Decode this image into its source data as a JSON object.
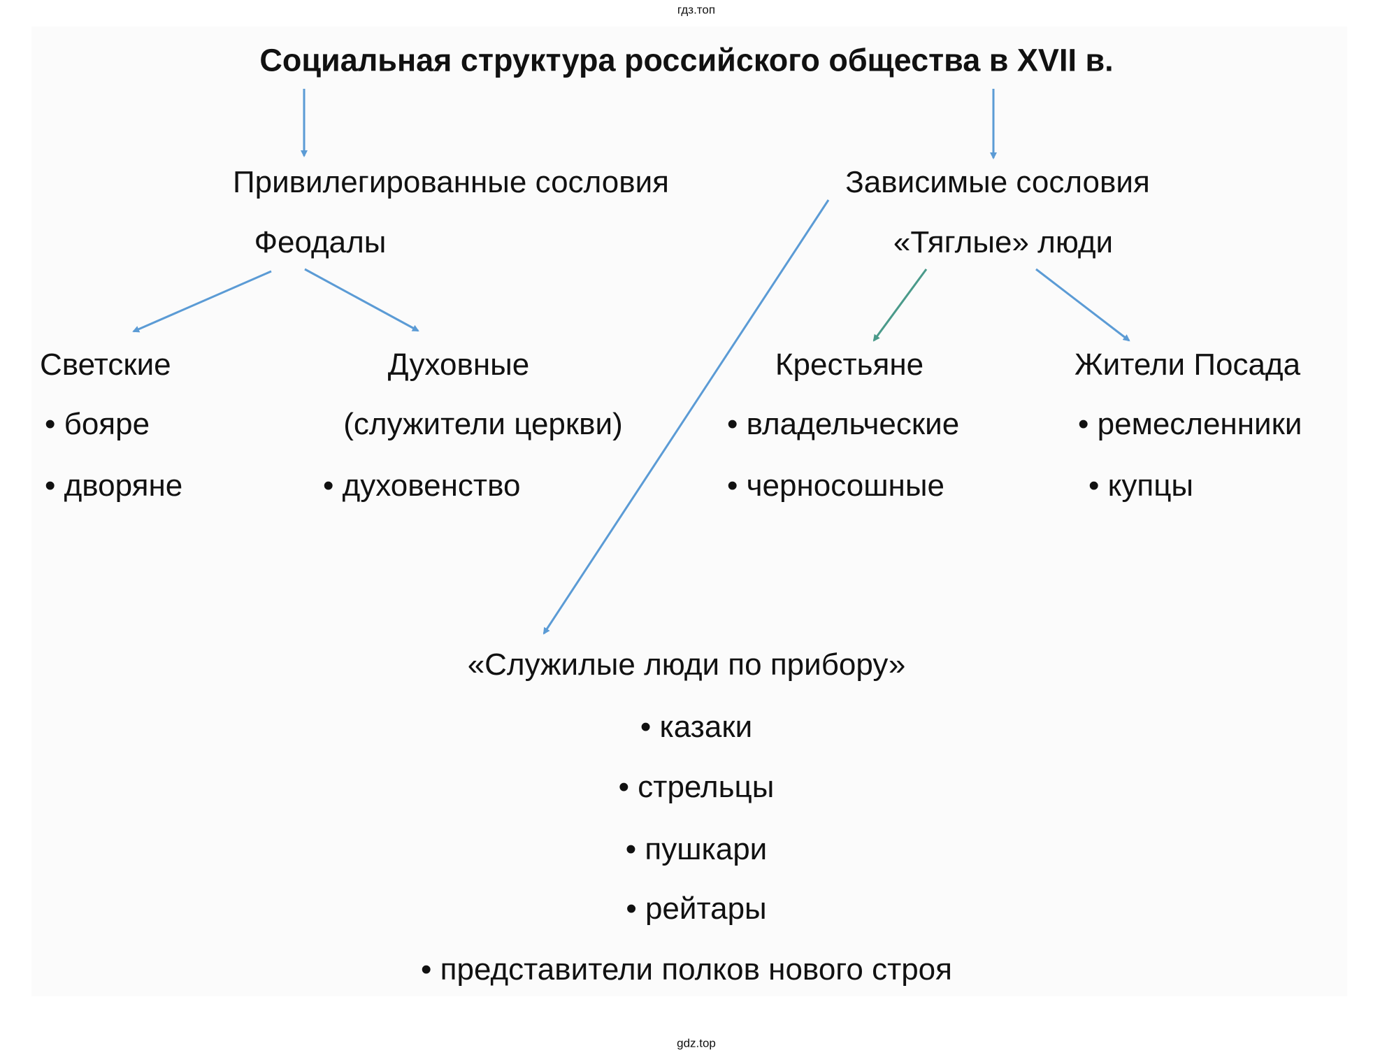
{
  "watermark_top": "гдз.топ",
  "watermark_bottom": "gdz.top",
  "title": "Социальная структура российского общества в XVII в.",
  "privileged": {
    "heading": "Привилегированные сословия",
    "group": "Феодалы",
    "secular": {
      "heading": "Светские",
      "items": [
        "• бояре",
        "• дворяне"
      ]
    },
    "clergy": {
      "heading": "Духовные",
      "subheading": "(служители церкви)",
      "items": [
        "• духовенство"
      ]
    }
  },
  "dependent": {
    "heading": "Зависимые сословия",
    "group": "«Тяглые» люди",
    "peasants": {
      "heading": "Крестьяне",
      "items": [
        "• владельческие",
        "• черносошные"
      ]
    },
    "townsfolk": {
      "heading": "Жители Посада",
      "items": [
        "• ремесленники",
        "• купцы"
      ]
    }
  },
  "service": {
    "heading": "«Служилые люди по прибору»",
    "items": [
      "• казаки",
      "• стрельцы",
      "• пушкари",
      "• рейтары",
      "• представители полков нового строя"
    ]
  },
  "colors": {
    "arrow": "#5b9bd5",
    "arrow_green": "#4a9a8a"
  }
}
